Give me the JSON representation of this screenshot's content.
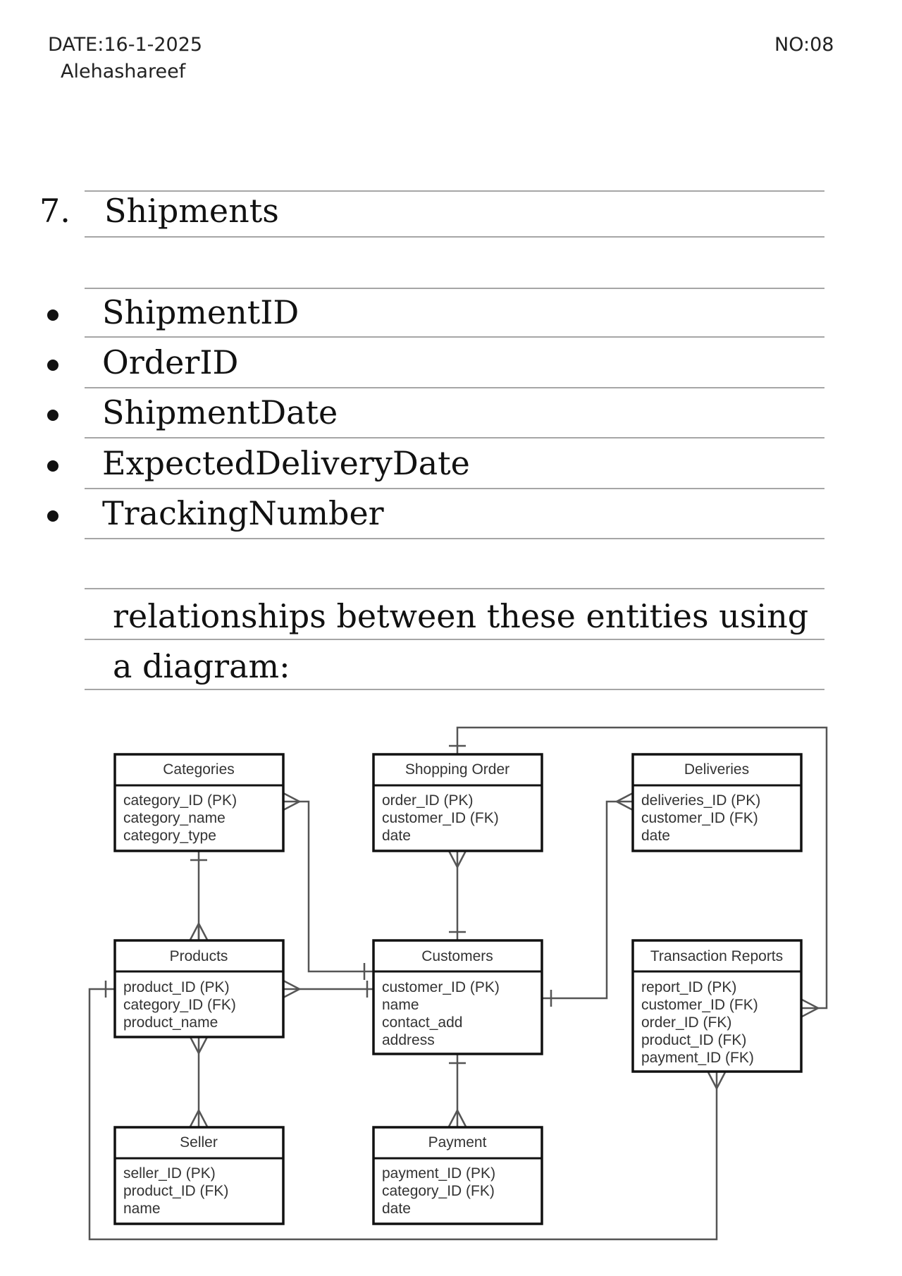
{
  "header": {
    "date": "DATE:16-1-2025",
    "author": "Alehashareef",
    "page_no": "NO:08"
  },
  "section": {
    "number": "7.",
    "title": "Shipments",
    "attributes": [
      "ShipmentID",
      "OrderID",
      "ShipmentDate",
      "ExpectedDeliveryDate",
      "TrackingNumber"
    ],
    "relationship_line1": "relationships between these entities using",
    "relationship_line2": "a diagram:"
  },
  "diagram": {
    "entities": {
      "categories": {
        "title": "Categories",
        "attrs": [
          "category_ID (PK)",
          "category_name",
          "category_type"
        ]
      },
      "shopping_order": {
        "title": "Shopping Order",
        "attrs": [
          "order_ID (PK)",
          "customer_ID (FK)",
          "date"
        ]
      },
      "deliveries": {
        "title": "Deliveries",
        "attrs": [
          "deliveries_ID (PK)",
          "customer_ID (FK)",
          "date"
        ]
      },
      "products": {
        "title": "Products",
        "attrs": [
          "product_ID (PK)",
          "category_ID (FK)",
          "product_name"
        ]
      },
      "customers": {
        "title": "Customers",
        "attrs": [
          "customer_ID (PK)",
          "name",
          "contact_add",
          "address"
        ]
      },
      "transaction_reports": {
        "title": "Transaction Reports",
        "attrs": [
          "report_ID (PK)",
          "customer_ID (FK)",
          "order_ID (FK)",
          "product_ID (FK)",
          "payment_ID (FK)"
        ]
      },
      "seller": {
        "title": "Seller",
        "attrs": [
          "seller_ID (PK)",
          "product_ID (FK)",
          "name"
        ]
      },
      "payment": {
        "title": "Payment",
        "attrs": [
          "payment_ID (PK)",
          "category_ID (FK)",
          "date"
        ]
      }
    }
  }
}
